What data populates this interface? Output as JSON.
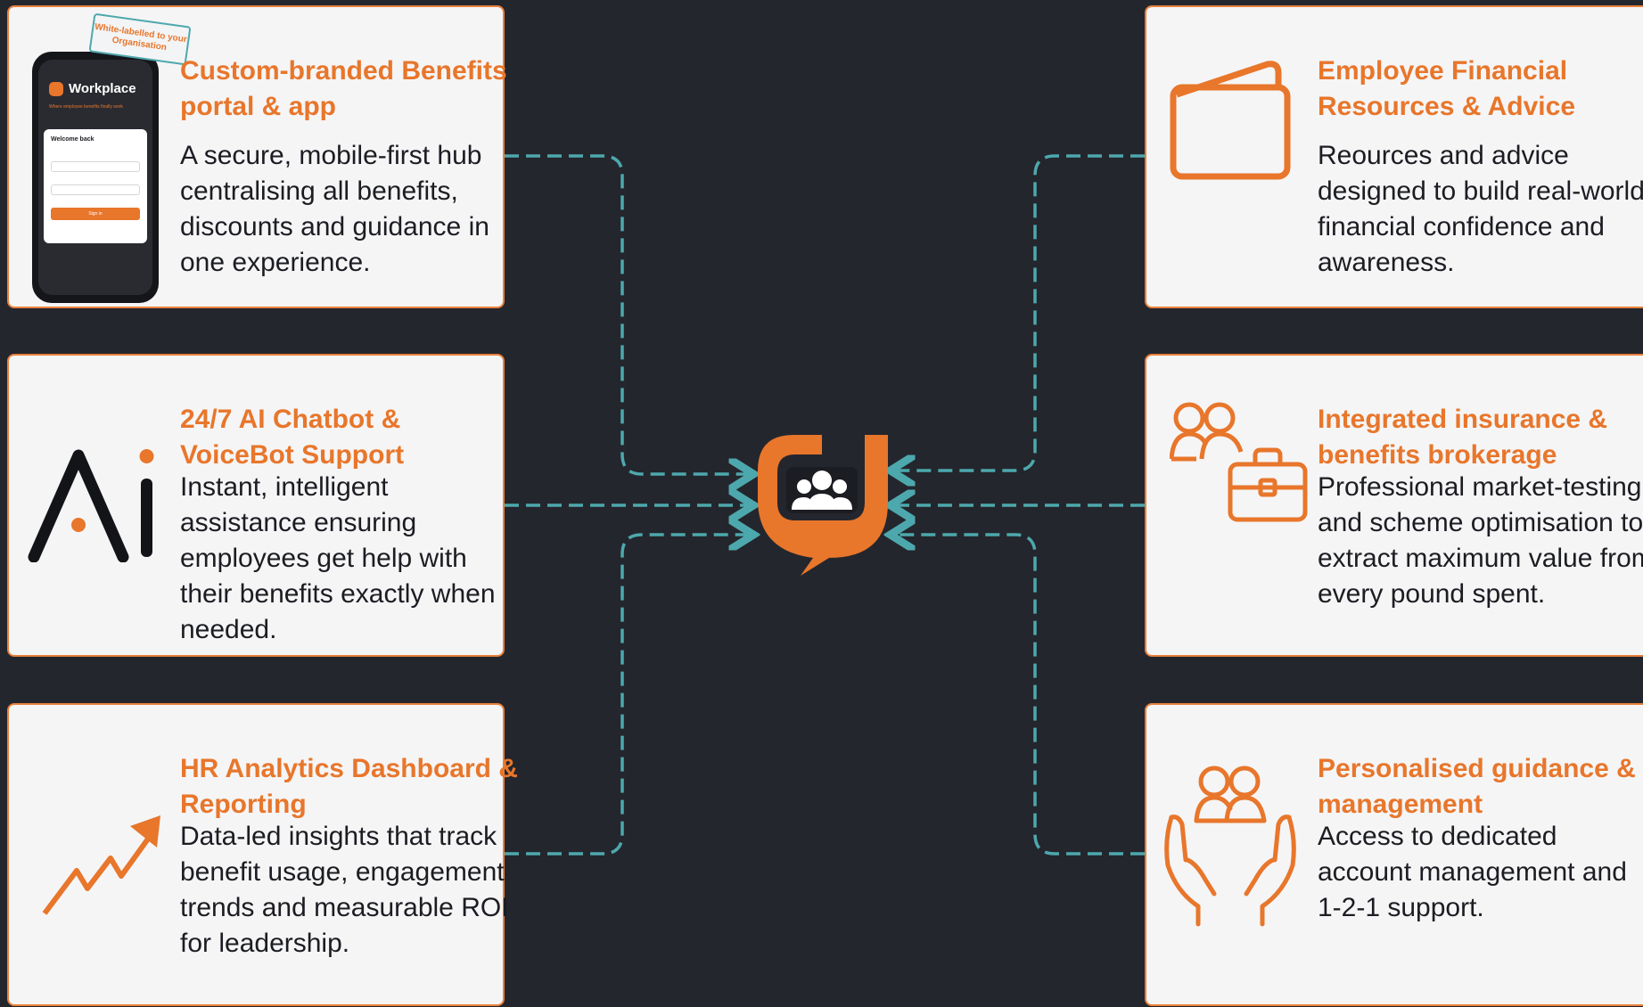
{
  "colors": {
    "background": "#24262d",
    "card": "#f5f5f6",
    "accent": "#e8762b",
    "connector": "#4da8ad"
  },
  "hub": {
    "icon": "group-chat-logo-icon"
  },
  "cards": [
    {
      "id": "custom-branded",
      "title": "Custom-branded Benefits portal & app",
      "desc": "A secure, mobile-first hub centralising all benefits, discounts and guidance in one experience.",
      "icon": "phone-mockup-icon"
    },
    {
      "id": "ai-chatbot",
      "title": "24/7 AI Chatbot & VoiceBot Support",
      "desc": "Instant, intelligent assistance ensuring employees get help with their benefits exactly when needed.",
      "icon": "ai-icon"
    },
    {
      "id": "hr-analytics",
      "title": "HR Analytics Dashboard & Reporting",
      "desc": "Data-led insights that track benefit usage, engagement trends and measurable ROI for leadership.",
      "icon": "trend-arrow-icon"
    },
    {
      "id": "financial-resources",
      "title": "Employee Financial Resources & Advice",
      "desc": "Reources and advice designed to build real-world financial confidence and awareness.",
      "icon": "wallet-icon"
    },
    {
      "id": "insurance-brokerage",
      "title": "Integrated insurance & benefits brokerage",
      "desc": "Professional market-testing and scheme optimisation to extract maximum value from every pound spent.",
      "icon": "people-briefcase-icon"
    },
    {
      "id": "personalised-guidance",
      "title": "Personalised guidance & management",
      "desc": "Access to dedicated account management and 1-2-1 support.",
      "icon": "hands-people-icon"
    }
  ],
  "phone": {
    "bubble": "White-labelled to your Organisation",
    "brand": "Workplace",
    "tagline": "Where employee benefits finally work",
    "welcome": "Welcome back",
    "signin": "Sign in"
  },
  "ai_icon_text": "Ai"
}
